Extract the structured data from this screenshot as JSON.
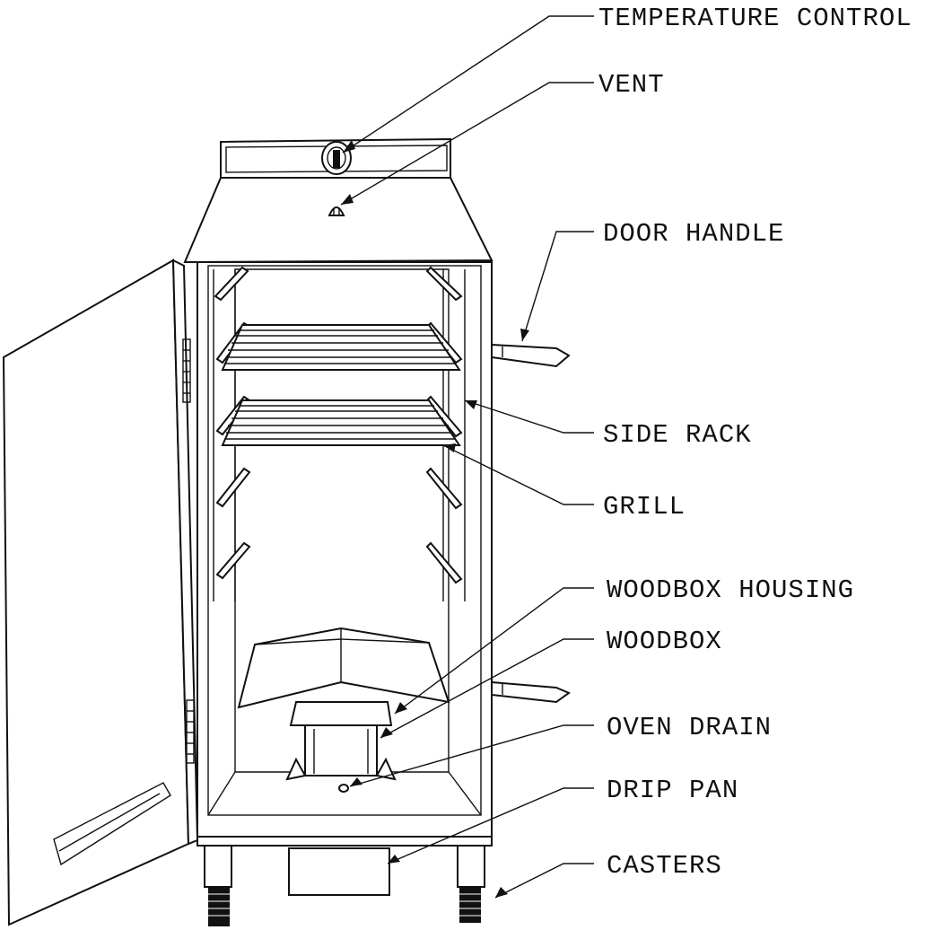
{
  "diagram": {
    "labels": [
      {
        "key": "temperature_control",
        "text": "TEMPERATURE CONTROL"
      },
      {
        "key": "vent",
        "text": "VENT"
      },
      {
        "key": "door_handle",
        "text": "DOOR HANDLE"
      },
      {
        "key": "side_rack",
        "text": "SIDE RACK"
      },
      {
        "key": "grill",
        "text": "GRILL"
      },
      {
        "key": "woodbox_housing",
        "text": "WOODBOX HOUSING"
      },
      {
        "key": "woodbox",
        "text": "WOODBOX"
      },
      {
        "key": "oven_drain",
        "text": "OVEN DRAIN"
      },
      {
        "key": "drip_pan",
        "text": "DRIP PAN"
      },
      {
        "key": "casters",
        "text": "CASTERS"
      }
    ]
  }
}
